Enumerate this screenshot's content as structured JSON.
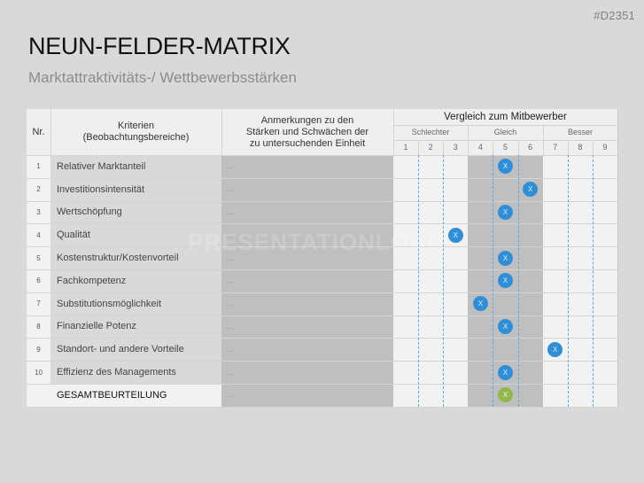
{
  "page": {
    "code": "#D2351",
    "title": "NEUN-FELDER-MATRIX",
    "subtitle": "Marktattraktivitäts-/ Wettbewerbsstärken",
    "watermark": "PRESENTATIONLOAD"
  },
  "table": {
    "headers": {
      "nr": "Nr.",
      "criteria": "Kriterien\n(Beobachtungsbereiche)",
      "criteria_line1": "Kriterien",
      "criteria_line2": "(Beobachtungsbereiche)",
      "notes_line1": "Anmerkungen zu den",
      "notes_line2": "Stärken und Schwächen der",
      "notes_line3": "zu untersuchenden Einheit",
      "comparison": "Vergleich zum Mitbewerber",
      "groups": [
        "Schlechter",
        "Gleich",
        "Besser"
      ],
      "scale": [
        "1",
        "2",
        "3",
        "4",
        "5",
        "6",
        "7",
        "8",
        "9"
      ]
    },
    "rows": [
      {
        "nr": "1",
        "criterion": "Relativer Marktanteil",
        "note": "...",
        "score": 5
      },
      {
        "nr": "2",
        "criterion": "Investitionsintensität",
        "note": "...",
        "score": 6
      },
      {
        "nr": "3",
        "criterion": "Wertschöpfung",
        "note": "...",
        "score": 5
      },
      {
        "nr": "4",
        "criterion": "Qualität",
        "note": "...",
        "score": 3
      },
      {
        "nr": "5",
        "criterion": "Kostenstruktur/Kostenvorteil",
        "note": "...",
        "score": 5
      },
      {
        "nr": "6",
        "criterion": "Fachkompetenz",
        "note": "...",
        "score": 5
      },
      {
        "nr": "7",
        "criterion": "Substitutionsmöglichkeit",
        "note": "...",
        "score": 4
      },
      {
        "nr": "8",
        "criterion": "Finanzielle Potenz",
        "note": "...",
        "score": 5
      },
      {
        "nr": "9",
        "criterion": "Standort- und andere Vorteile",
        "note": "...",
        "score": 7
      },
      {
        "nr": "10",
        "criterion": "Effizienz des Managements",
        "note": "...",
        "score": 5
      }
    ],
    "total": {
      "label": "GESAMTBEURTEILUNG",
      "note": "...",
      "score": 5
    },
    "marker_label": "X",
    "colors": {
      "marker": "#2e8fd8",
      "total_marker": "#93b84a",
      "dash": "#5aa9e0"
    }
  }
}
